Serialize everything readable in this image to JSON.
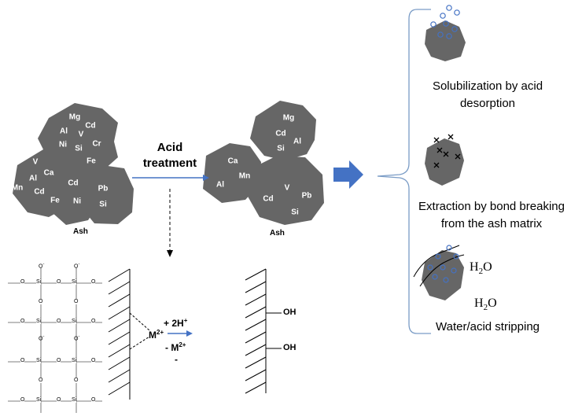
{
  "labels": {
    "acid_line1": "Acid",
    "acid_line2": "treatment",
    "ash_left": "Ash",
    "ash_right": "Ash",
    "plus_2h": "+ 2H",
    "plus_sup": "+",
    "m2": "M",
    "m2_sup": "2+",
    "minus_m": "- M",
    "minus_sup": "2+",
    "dash": "-",
    "oh1": "OH",
    "oh2": "OH",
    "h2o_1": "H",
    "h2o_1_sub": "2",
    "h2o_1_o": "O",
    "h2o_2": "H",
    "h2o_2_sub": "2",
    "h2o_2_o": "O",
    "si": "Si",
    "o": "O",
    "o_minus": "O",
    "o_minus_sup": "-"
  },
  "captions": {
    "mech1_l1": "Solubilization by acid",
    "mech1_l2": "desorption",
    "mech2_l1": "Extraction by bond breaking",
    "mech2_l2": "from the ash matrix",
    "mech3": "Water/acid stripping"
  },
  "rocks_left": {
    "top": [
      "Mg",
      "Al",
      "Cd",
      "Ni",
      "V",
      "Si",
      "Cr",
      "Fe"
    ],
    "left": [
      "V",
      "Ca",
      "Al",
      "Mn",
      "Cd",
      "Fe"
    ],
    "middle": [
      "Cd",
      "Ni"
    ],
    "right": [
      "Pb",
      "Si"
    ]
  },
  "rocks_right": {
    "top": [
      "Mg",
      "Cd",
      "Al",
      "Si"
    ],
    "left": [
      "Ca",
      "Mn",
      "Al"
    ],
    "right": [
      "V",
      "Cd",
      "Pb",
      "Si"
    ]
  },
  "colors": {
    "rock": "#666666",
    "accent_blue": "#4472c4",
    "bracket": "#7a9cc6"
  }
}
